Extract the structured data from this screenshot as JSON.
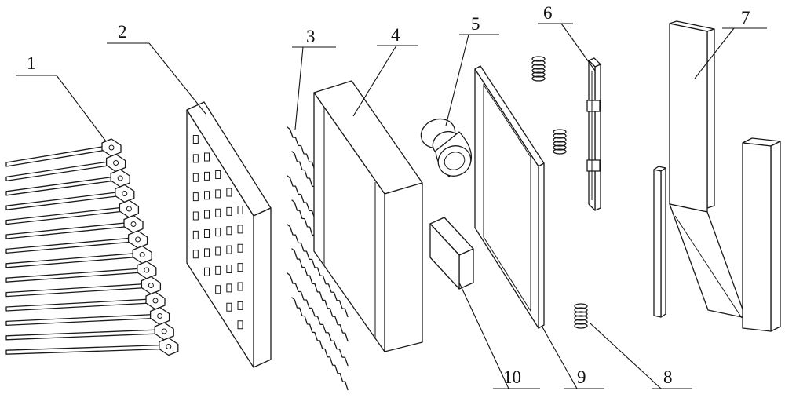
{
  "labels": [
    {
      "key": "1",
      "text": "1"
    },
    {
      "key": "2",
      "text": "2"
    },
    {
      "key": "3",
      "text": "3"
    },
    {
      "key": "4",
      "text": "4"
    },
    {
      "key": "5",
      "text": "5"
    },
    {
      "key": "6",
      "text": "6"
    },
    {
      "key": "7",
      "text": "7"
    },
    {
      "key": "8",
      "text": "8"
    },
    {
      "key": "9",
      "text": "9"
    },
    {
      "key": "10",
      "text": "10"
    }
  ],
  "colors": {
    "line": "#1a1a1a",
    "background": "#ffffff"
  }
}
